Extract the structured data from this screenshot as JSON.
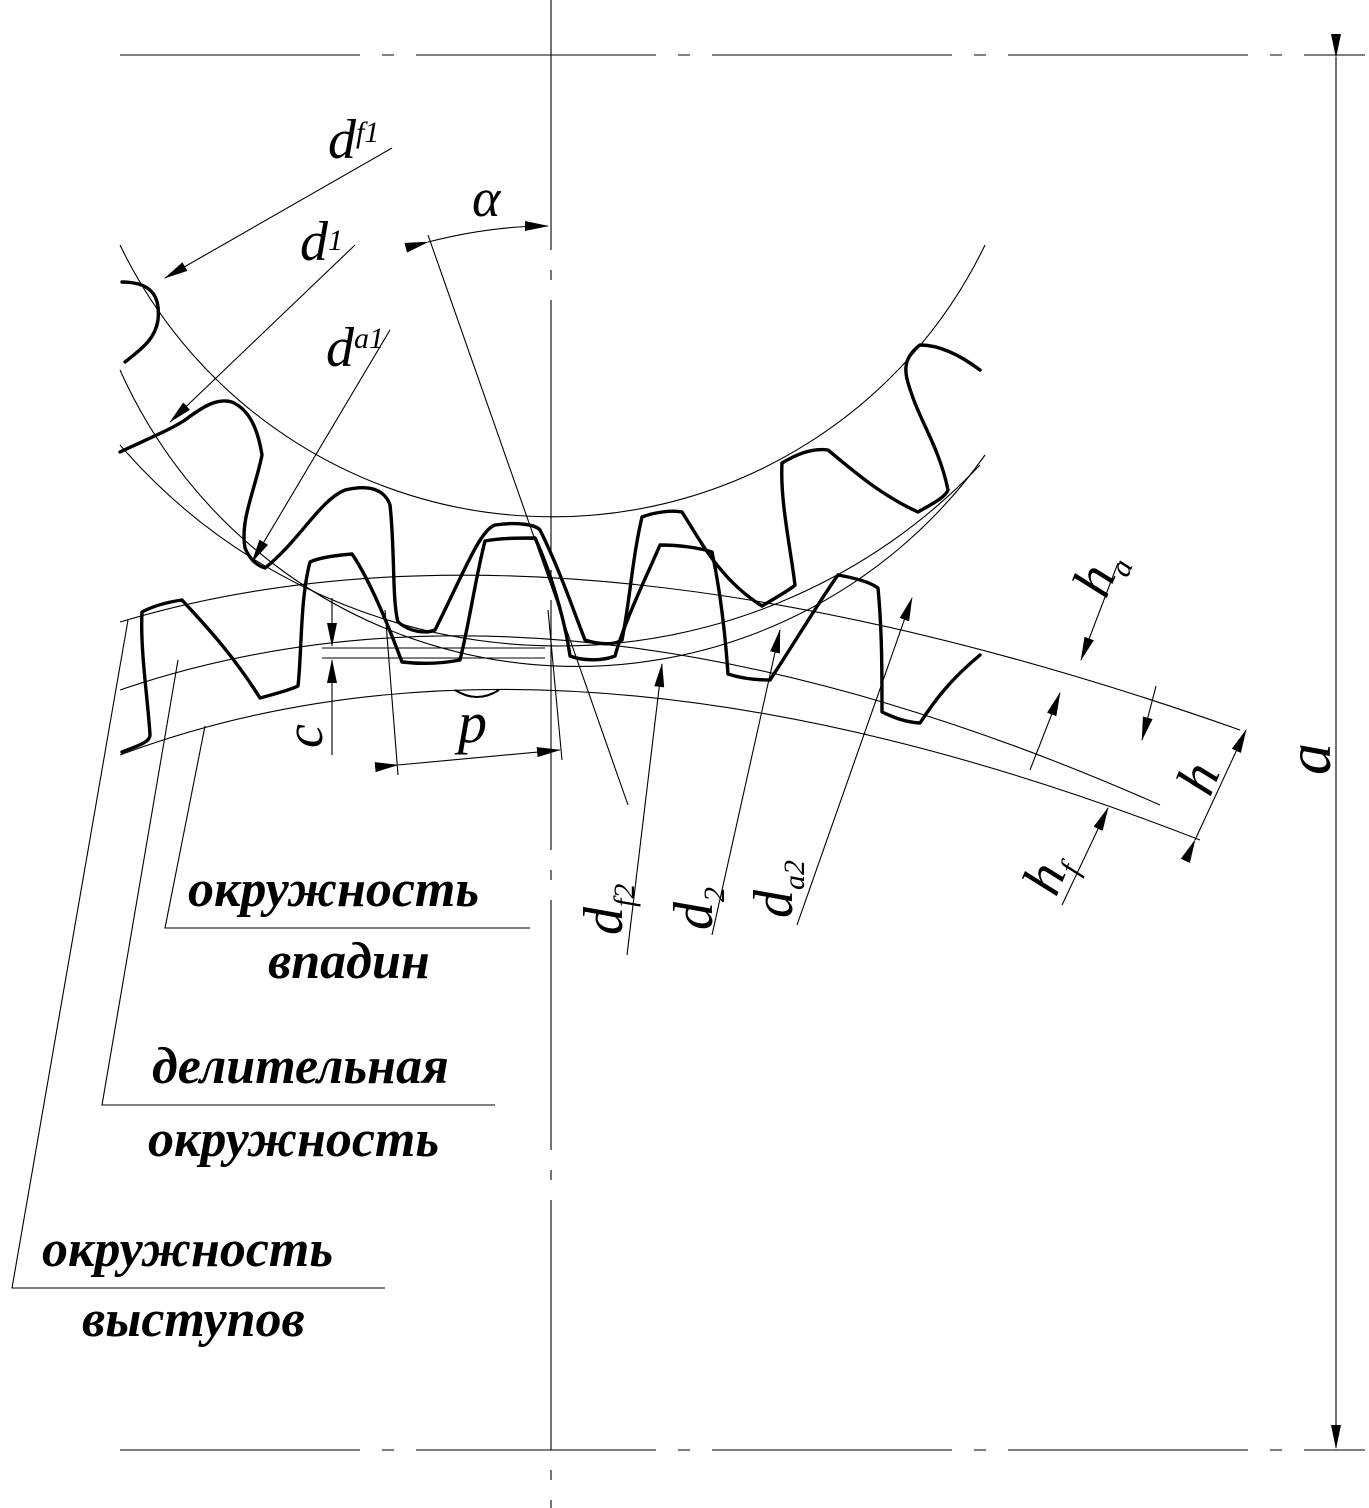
{
  "symbols": {
    "d_f1": {
      "main": "d",
      "sub": "f1"
    },
    "d_1": {
      "main": "d",
      "sub": "1"
    },
    "d_a1": {
      "main": "d",
      "sub": "a1"
    },
    "alpha": "α",
    "c": "c",
    "p": "p",
    "d_f2": {
      "main": "d",
      "sub": "f2"
    },
    "d_2": {
      "main": "d",
      "sub": "2"
    },
    "d_a2": {
      "main": "d",
      "sub": "a2"
    },
    "h_a": {
      "main": "h",
      "sub": "a"
    },
    "h_f": {
      "main": "h",
      "sub": "f"
    },
    "h": "h",
    "a": "a"
  },
  "captions": {
    "root_circle": [
      "окружность",
      "впадин"
    ],
    "pitch_circle": [
      "делительная",
      "окружность"
    ],
    "tip_circle": [
      "окружность",
      "выступов"
    ]
  }
}
